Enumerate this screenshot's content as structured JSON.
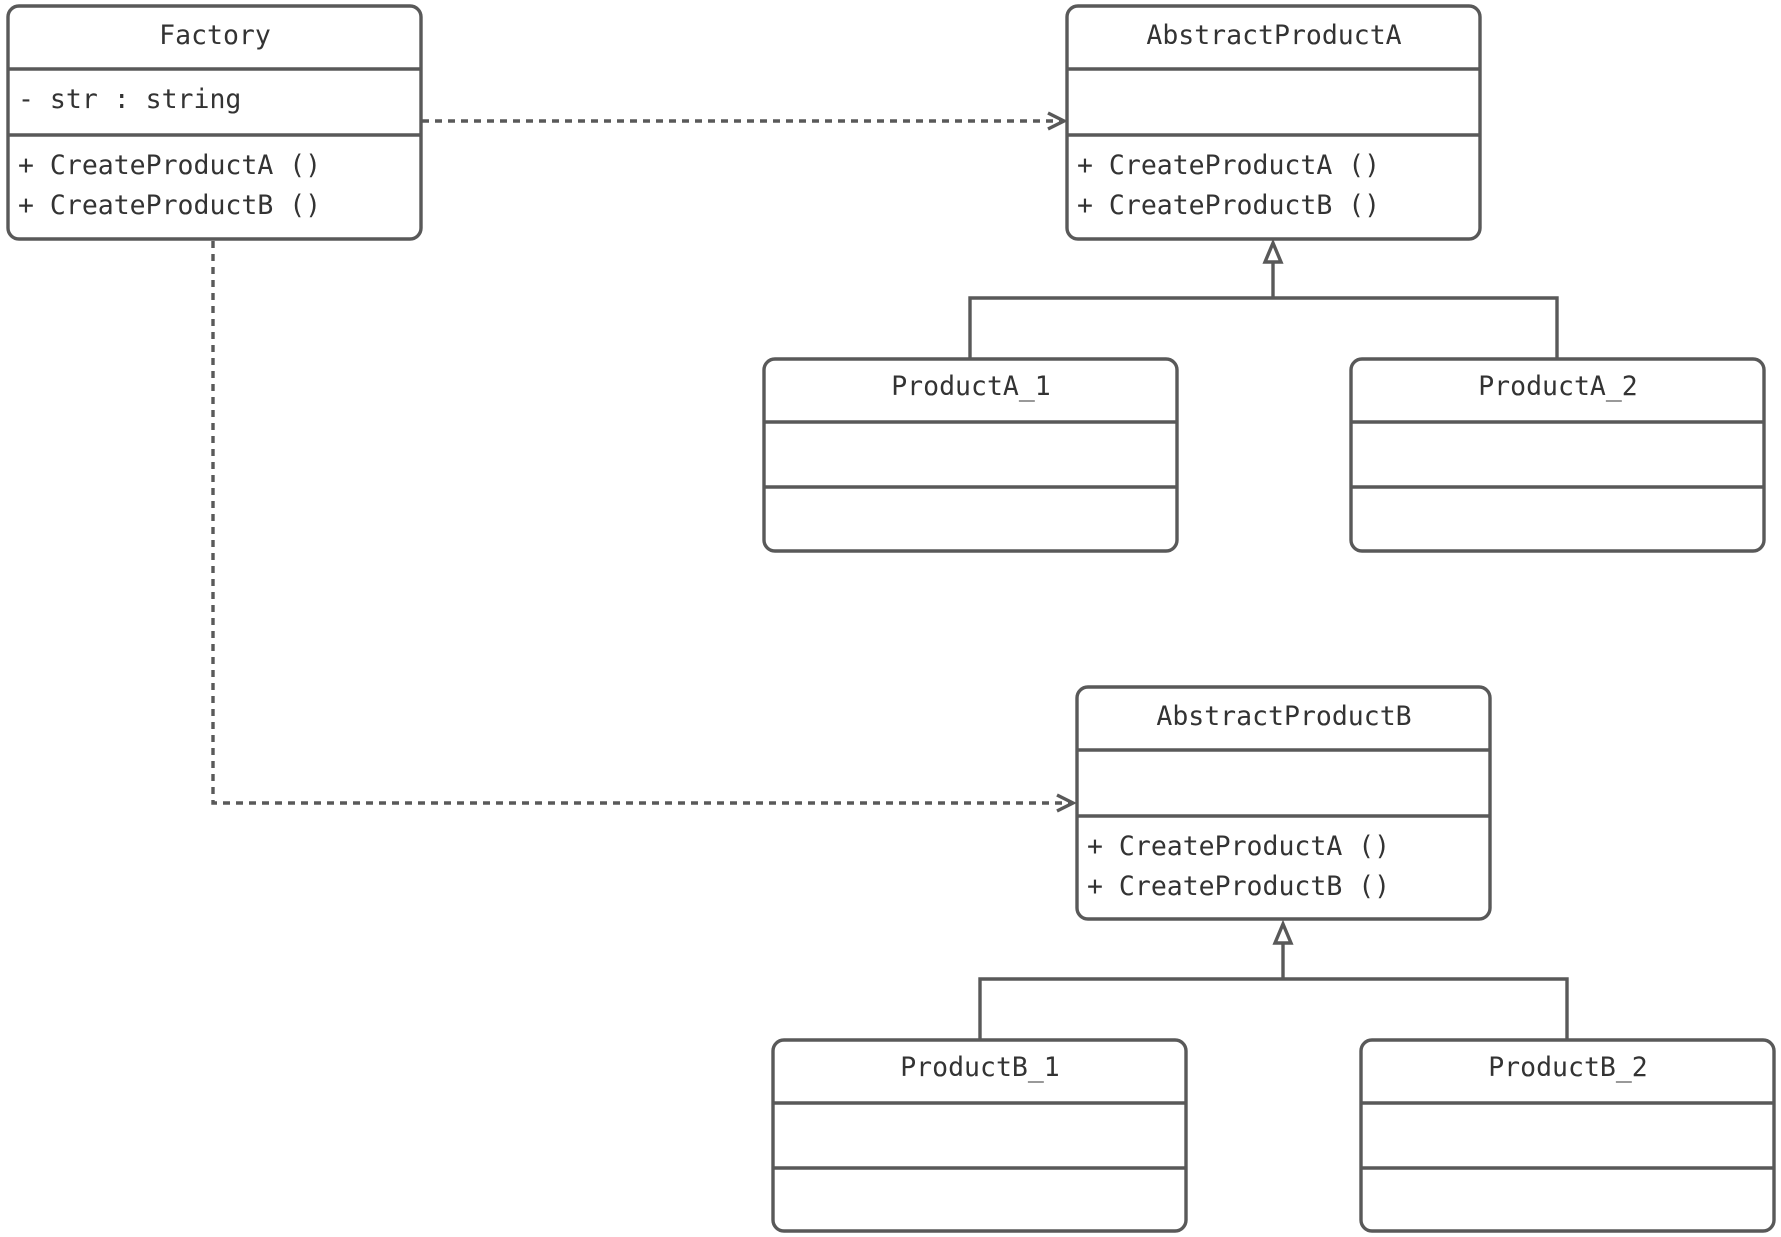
{
  "classes": {
    "factory": {
      "name": "Factory",
      "attributes": [
        "- str : string"
      ],
      "operations": [
        "+ CreateProductA ()",
        "+ CreateProductB ()"
      ]
    },
    "abstract_product_a": {
      "name": "AbstractProductA",
      "attributes": [],
      "operations": [
        "+ CreateProductA ()",
        "+ CreateProductB ()"
      ]
    },
    "product_a_1": {
      "name": "ProductA_1",
      "attributes": [],
      "operations": []
    },
    "product_a_2": {
      "name": "ProductA_2",
      "attributes": [],
      "operations": []
    },
    "abstract_product_b": {
      "name": "AbstractProductB",
      "attributes": [],
      "operations": [
        "+ CreateProductA ()",
        "+ CreateProductB ()"
      ]
    },
    "product_b_1": {
      "name": "ProductB_1",
      "attributes": [],
      "operations": []
    },
    "product_b_2": {
      "name": "ProductB_2",
      "attributes": [],
      "operations": []
    }
  },
  "relationships": [
    {
      "type": "dependency",
      "from": "factory",
      "to": "abstract_product_a"
    },
    {
      "type": "dependency",
      "from": "factory",
      "to": "abstract_product_b"
    },
    {
      "type": "generalization",
      "from": "product_a_1",
      "to": "abstract_product_a"
    },
    {
      "type": "generalization",
      "from": "product_a_2",
      "to": "abstract_product_a"
    },
    {
      "type": "generalization",
      "from": "product_b_1",
      "to": "abstract_product_b"
    },
    {
      "type": "generalization",
      "from": "product_b_2",
      "to": "abstract_product_b"
    }
  ],
  "colors": {
    "stroke": "#595959",
    "text": "#333333",
    "background": "#ffffff"
  }
}
